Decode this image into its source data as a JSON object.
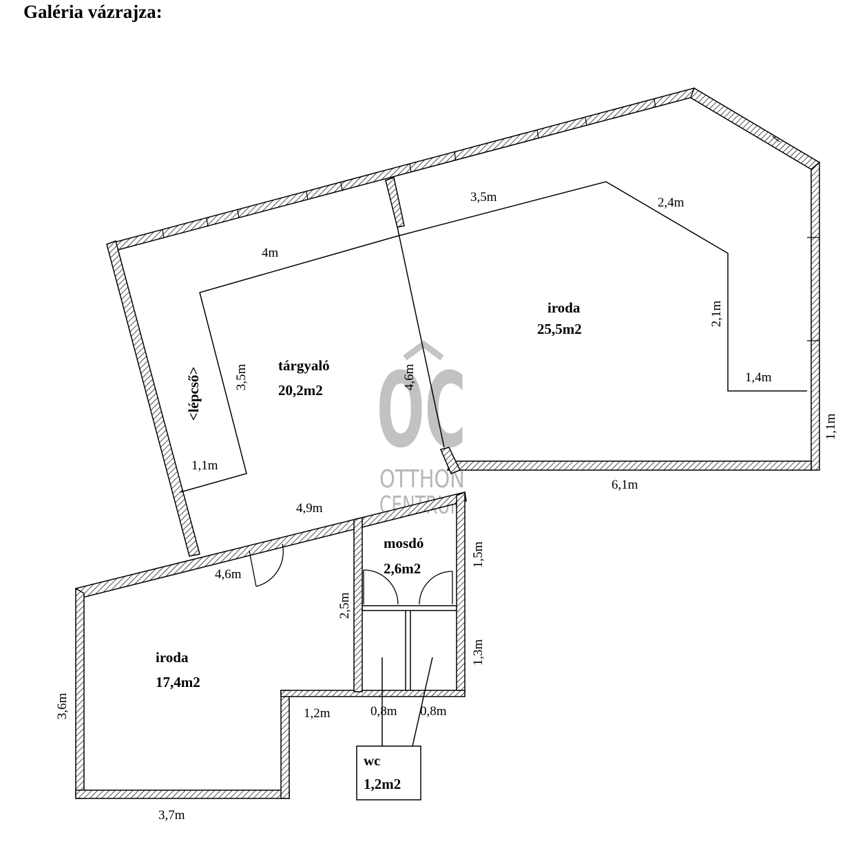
{
  "title": "Galéria vázrajza:",
  "watermark": {
    "logo": "OC",
    "line1": "OTTHON",
    "line2": "CENTRUM",
    "color": "#b7b7b7"
  },
  "rooms": {
    "iroda_top": {
      "name": "iroda",
      "area": "25,5m2"
    },
    "targyalo": {
      "name": "tárgyaló",
      "area": "20,2m2"
    },
    "lepcso": {
      "name": "<lépcső>"
    },
    "mosdo": {
      "name": "mosdó",
      "area": "2,6m2"
    },
    "iroda_bottom": {
      "name": "iroda",
      "area": "17,4m2"
    },
    "wc": {
      "name": "wc",
      "area": "1,2m2"
    }
  },
  "dimensions": {
    "d_3_5m_top": "3,5m",
    "d_2_4m": "2,4m",
    "d_4m": "4m",
    "d_2_1m": "2,1m",
    "d_1_4m": "1,4m",
    "d_1_1m_right": "1,1m",
    "d_6_1m": "6,1m",
    "d_3_5m_left": "3,5m",
    "d_4_6m_mid": "4,6m",
    "d_1_1m_left": "1,1m",
    "d_4_9m": "4,9m",
    "d_4_6m_low": "4,6m",
    "d_1_5m": "1,5m",
    "d_2_5m": "2,5m",
    "d_1_3m": "1,3m",
    "d_3_6m": "3,6m",
    "d_1_2m": "1,2m",
    "d_0_8m_a": "0,8m",
    "d_0_8m_b": "0,8m",
    "d_3_7m": "3,7m"
  }
}
